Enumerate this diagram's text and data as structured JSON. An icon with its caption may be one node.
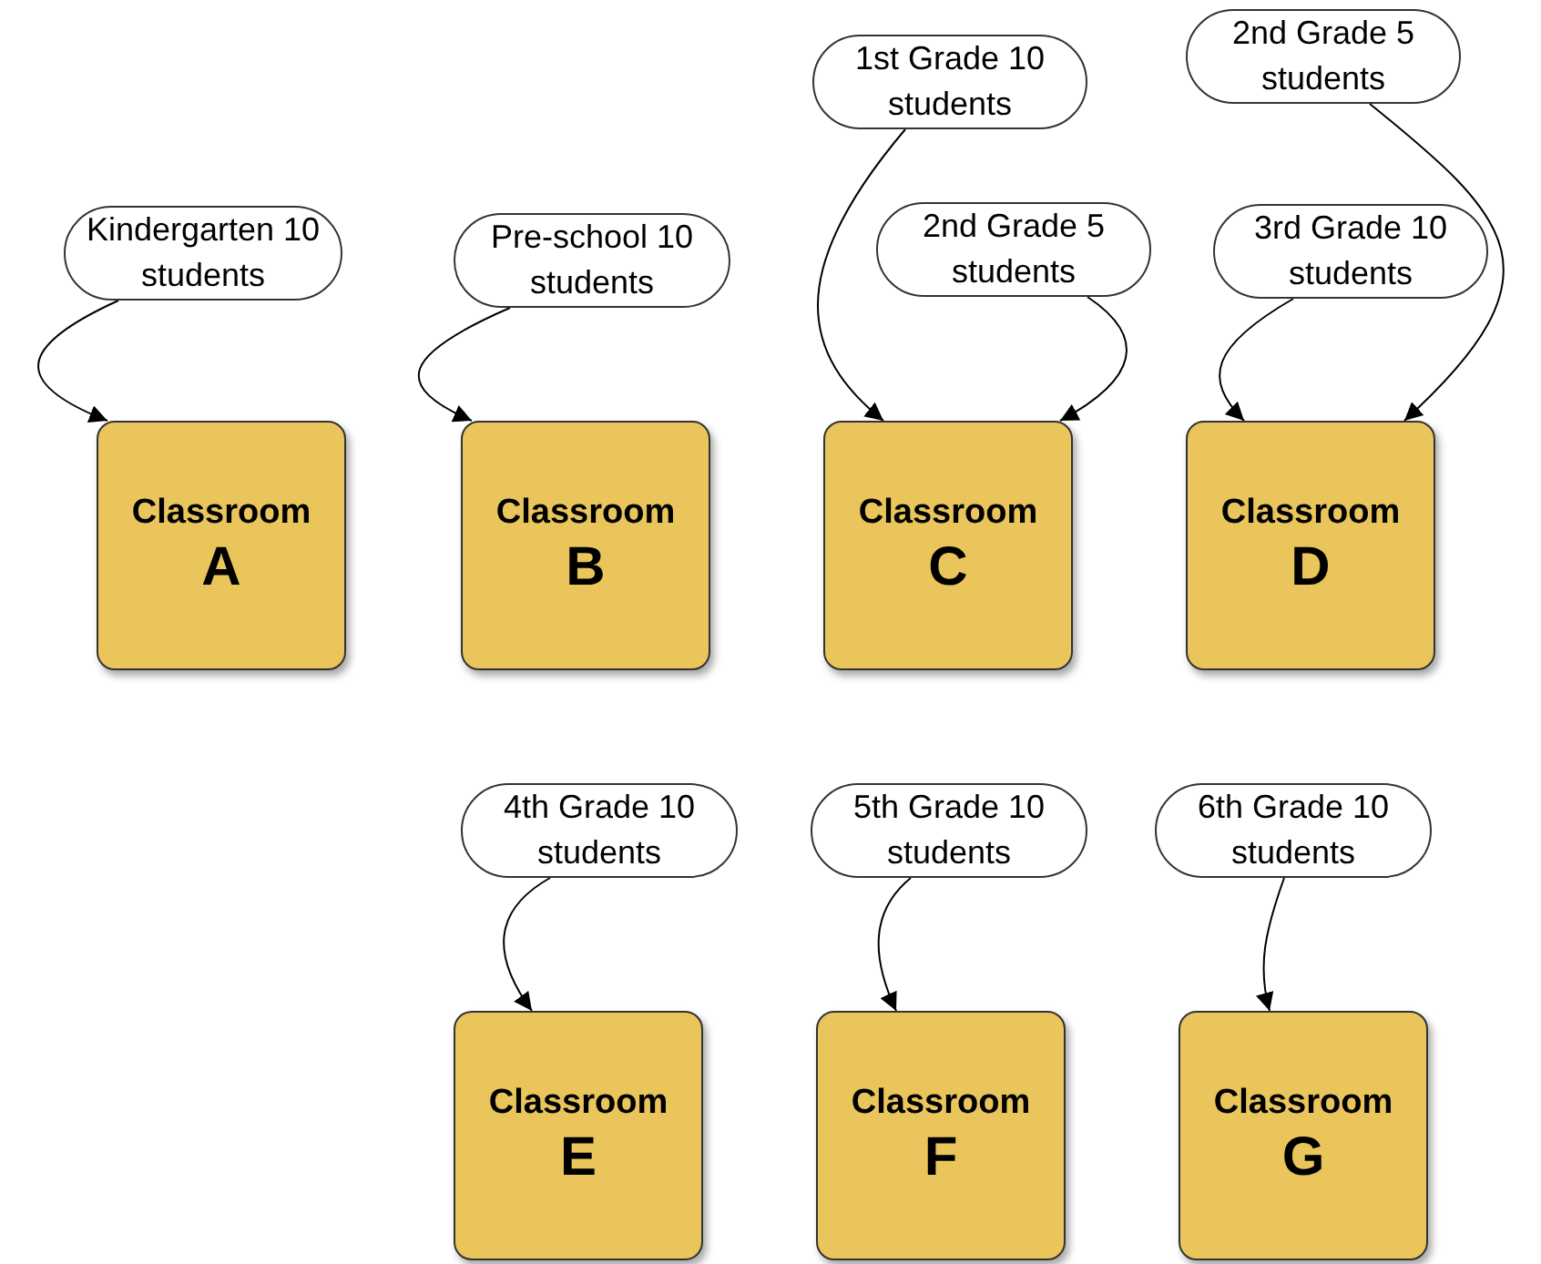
{
  "diagram": {
    "nodes": [
      {
        "text": [
          "2nd Grade 5 students"
        ]
      },
      {
        "text": [
          "1st Grade 10 students"
        ]
      },
      {
        "text": [
          "Kindergarten 10 students"
        ]
      },
      {
        "text": [
          "Pre-school 10 students"
        ]
      },
      {
        "text": [
          "2nd Grade 5 students"
        ]
      },
      {
        "text": [
          "3rd Grade 10 students"
        ]
      },
      {
        "text": [
          "Classroom",
          "A"
        ]
      },
      {
        "text": [
          "Classroom",
          "B"
        ]
      },
      {
        "text": [
          "Classroom",
          "C"
        ]
      },
      {
        "text": [
          "Classroom",
          "D"
        ]
      },
      {
        "text": [
          "4th Grade 10 students"
        ]
      },
      {
        "text": [
          "5th Grade 10 students"
        ]
      },
      {
        "text": [
          "6th Grade 10 students"
        ]
      },
      {
        "text": [
          "Classroom",
          "E"
        ]
      },
      {
        "text": [
          "Classroom",
          "F"
        ]
      },
      {
        "text": [
          "Classroom",
          "G"
        ]
      }
    ],
    "edges": [
      {
        "from": 2,
        "to": 6,
        "arrow": "to"
      },
      {
        "from": 3,
        "to": 7,
        "arrow": "to"
      },
      {
        "from": 1,
        "to": 8,
        "arrow": "to"
      },
      {
        "from": 4,
        "to": 8,
        "arrow": "to"
      },
      {
        "from": 5,
        "to": 9,
        "arrow": "to"
      },
      {
        "from": 0,
        "to": 9,
        "arrow": "to"
      },
      {
        "from": 10,
        "to": 13,
        "arrow": "to"
      },
      {
        "from": 11,
        "to": 14,
        "arrow": "to"
      },
      {
        "from": 12,
        "to": 15,
        "arrow": "to"
      }
    ]
  }
}
